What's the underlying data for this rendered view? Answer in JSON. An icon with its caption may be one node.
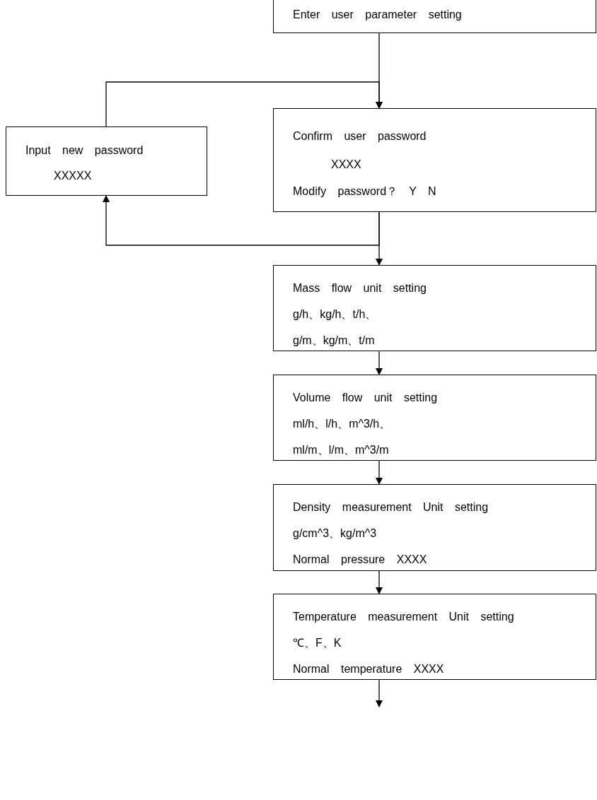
{
  "diagram": {
    "nodes": [
      {
        "text": [
          "Enter user parameter setting"
        ]
      },
      {
        "text": [
          "Input new password",
          "XXXXX"
        ]
      },
      {
        "text": [
          "Confirm user password",
          "XXXX",
          "Modify password？ Y N"
        ]
      },
      {
        "text": [
          "Mass flow unit setting",
          "g/h、kg/h、t/h、",
          "g/m、kg/m、t/m"
        ]
      },
      {
        "text": [
          "Volume flow unit setting",
          "ml/h、l/h、m^3/h、",
          "ml/m、l/m、m^3/m"
        ]
      },
      {
        "text": [
          "Density measurement Unit setting",
          "g/cm^3、kg/m^3",
          "Normal pressure XXXX"
        ]
      },
      {
        "text": [
          "Temperature measurement Unit setting",
          "℃、F、K",
          "Normal temperature XXXX"
        ]
      }
    ],
    "edges": [
      {
        "from": 0,
        "to": 2,
        "arrow": "to"
      },
      {
        "from": 1,
        "to": 2,
        "arrow": "to"
      },
      {
        "from": 2,
        "to": 1,
        "arrow": "to"
      },
      {
        "from": 2,
        "to": 3,
        "arrow": "to"
      },
      {
        "from": 3,
        "to": 4,
        "arrow": "to"
      },
      {
        "from": 4,
        "to": 5,
        "arrow": "to"
      },
      {
        "from": 5,
        "to": 6,
        "arrow": "to"
      },
      {
        "from": 6,
        "to": null,
        "arrow": "to"
      }
    ]
  }
}
